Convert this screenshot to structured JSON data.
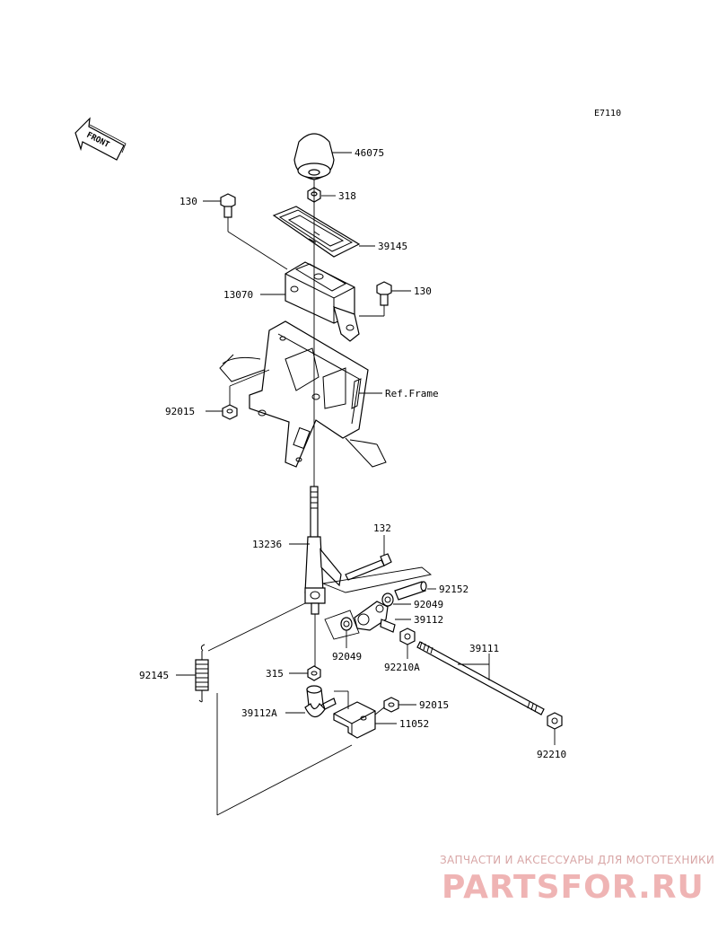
{
  "diagram": {
    "code": "E7110",
    "front_label": "FRONT",
    "watermark": {
      "line1": "ЗАПЧАСТИ И АКСЕССУАРЫ ДЛЯ МОТОТЕХНИКИ",
      "line2": "PARTSFOR.RU"
    },
    "labels": {
      "p46075": "46075",
      "p318": "318",
      "p130a": "130",
      "p39145": "39145",
      "p130b": "130",
      "p13070": "13070",
      "refframe": "Ref.Frame",
      "p92015a": "92015",
      "p132": "132",
      "p13236": "13236",
      "p92152": "92152",
      "p92049a": "92049",
      "p39112": "39112",
      "p92049b": "92049",
      "p92210a": "92210A",
      "p39111": "39111",
      "p92145": "92145",
      "p315": "315",
      "p92015b": "92015",
      "p39112a": "39112A",
      "p11052": "11052",
      "p92210": "92210"
    }
  }
}
